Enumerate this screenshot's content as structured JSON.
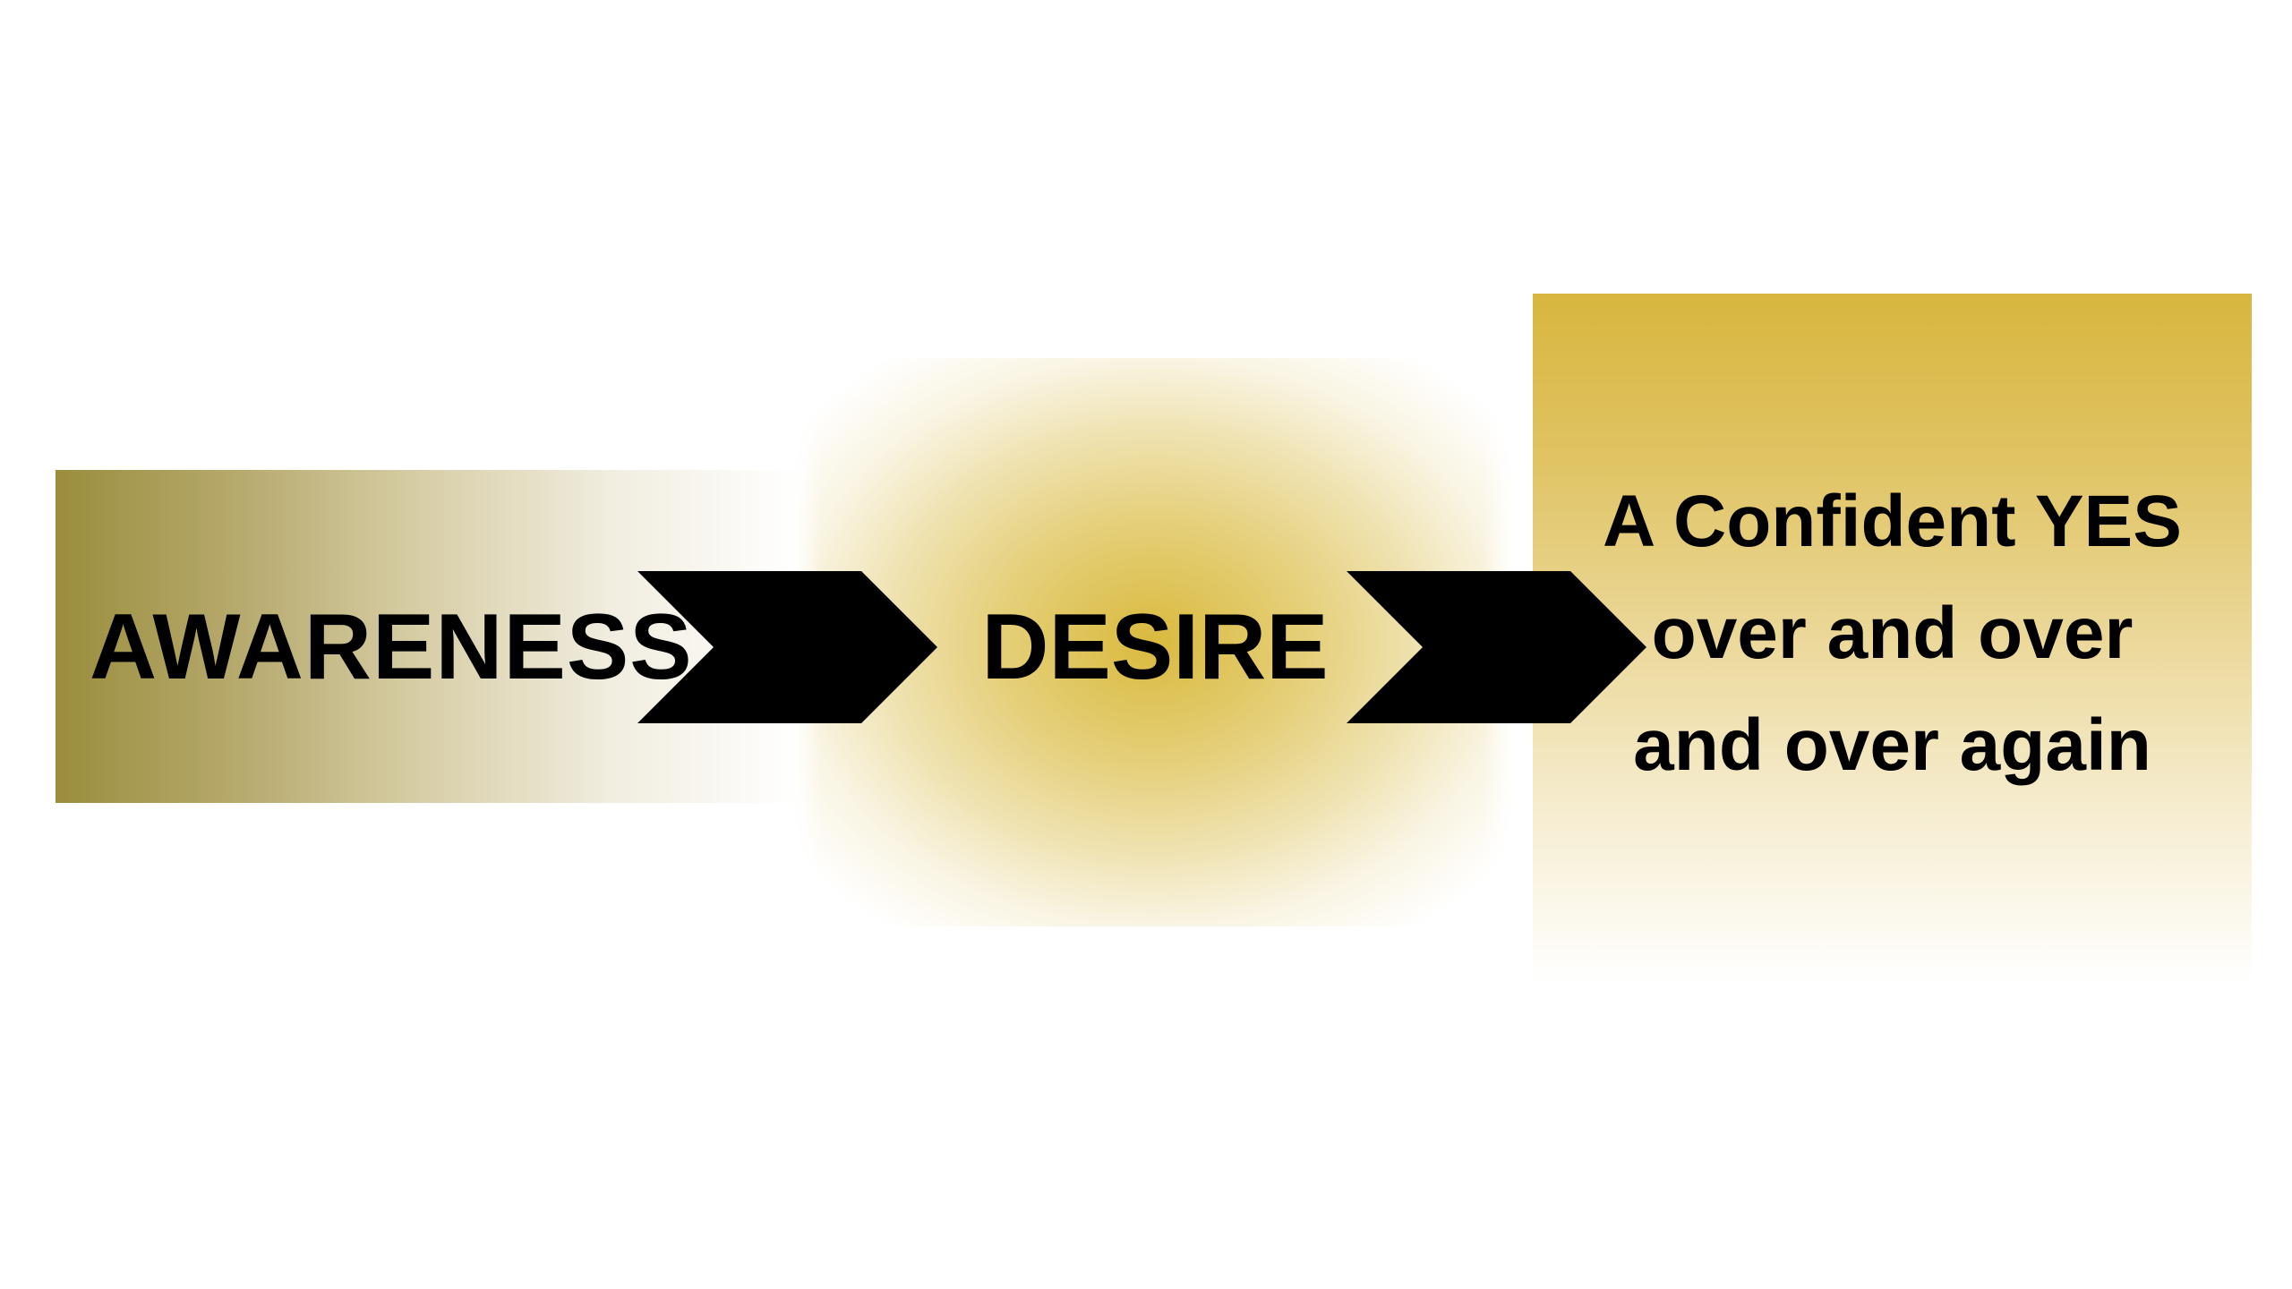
{
  "diagram": {
    "steps": [
      {
        "label": "AWARENESS"
      },
      {
        "label": "DESIRE"
      },
      {
        "lines": [
          "A Confident YES",
          "over and over",
          "and over again"
        ]
      }
    ],
    "colors": {
      "olive_gold": "#9a8d3d",
      "gold": "#d9ba3e",
      "arrow": "#000000",
      "text": "#000000"
    }
  }
}
